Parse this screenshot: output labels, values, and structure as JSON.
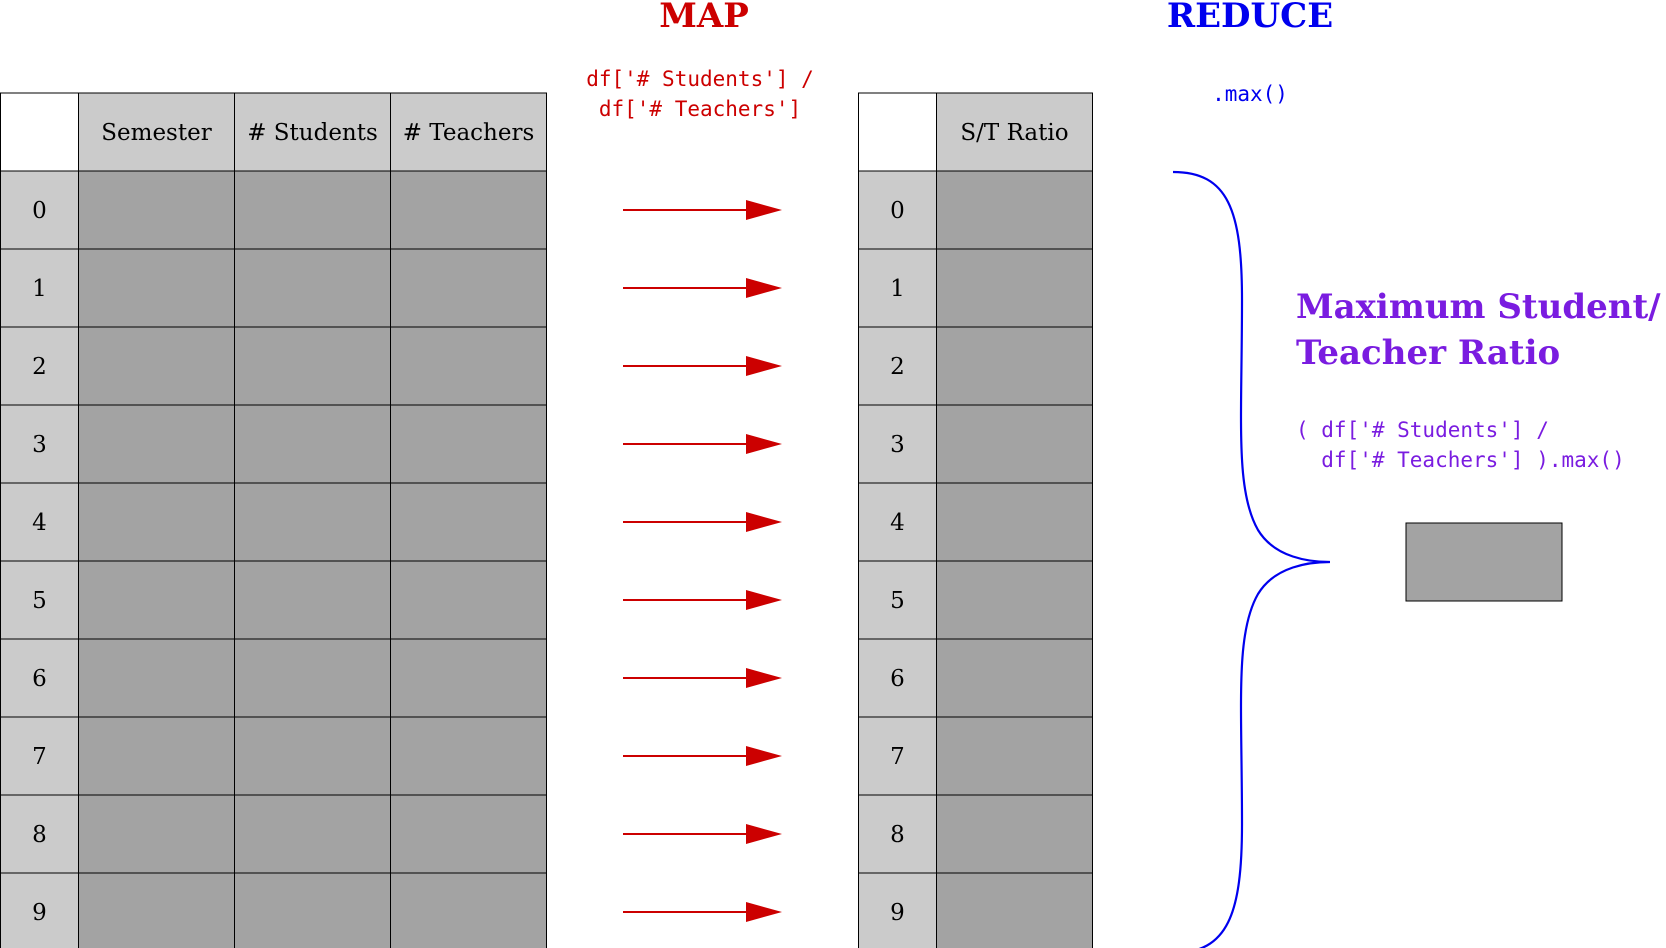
{
  "map": {
    "title": "MAP",
    "code_line1": "df['# Students'] /",
    "code_line2": "df['# Teachers']",
    "color": "#cc0000"
  },
  "reduce": {
    "title": "REDUCE",
    "code": ".max()",
    "color": "#0000ee"
  },
  "input_table": {
    "columns": [
      "Semester",
      "# Students",
      "# Teachers"
    ],
    "index": [
      "0",
      "1",
      "2",
      "3",
      "4",
      "5",
      "6",
      "7",
      "8",
      "9"
    ]
  },
  "output_table": {
    "columns": [
      "S/T Ratio"
    ],
    "index": [
      "0",
      "1",
      "2",
      "3",
      "4",
      "5",
      "6",
      "7",
      "8",
      "9"
    ]
  },
  "result": {
    "title_line1": "Maximum Student/",
    "title_line2": "Teacher Ratio",
    "code_line1": "( df['# Students'] /",
    "code_line2": "  df['# Teachers'] ).max()",
    "color": "#7a1ce0"
  },
  "colors": {
    "header_fill": "#cbcbcb",
    "cell_fill": "#a3a3a3",
    "index_fill": "#cbcbcb",
    "grid_line": "#000000"
  }
}
